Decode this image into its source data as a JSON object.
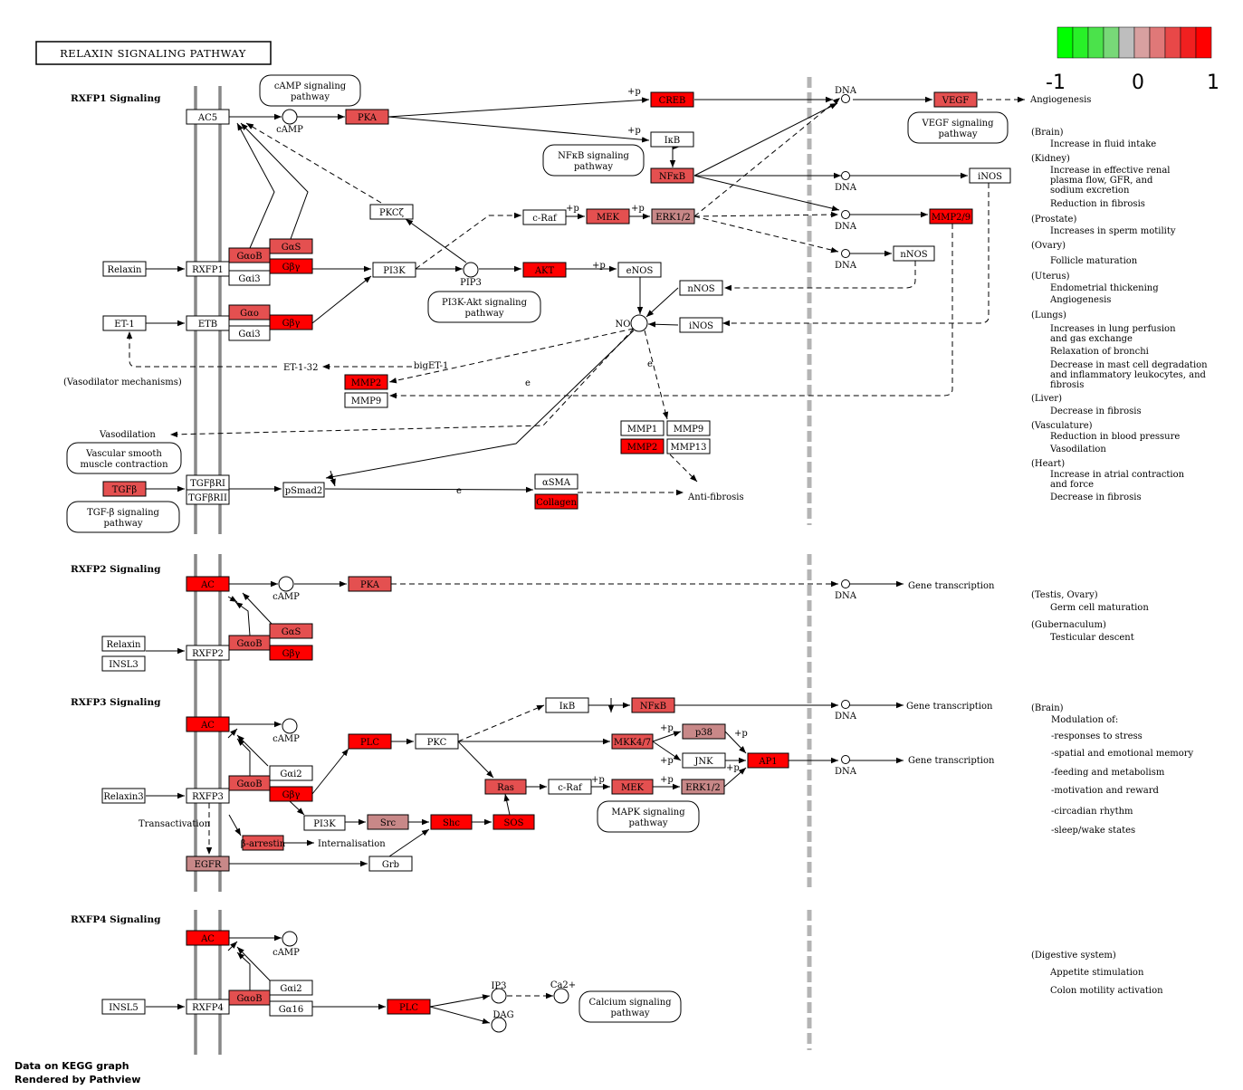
{
  "title": "RELAXIN SIGNALING PATHWAY",
  "footer": {
    "line1": "Data on KEGG graph",
    "line2": "Rendered by Pathview"
  },
  "legend": {
    "colors": [
      "#00ff00",
      "#28f028",
      "#4be24b",
      "#78d878",
      "#bebebe",
      "#d8a0a0",
      "#e07878",
      "#e84848",
      "#f02020",
      "#ff0000"
    ],
    "labels": [
      "-1",
      "0",
      "1"
    ]
  },
  "colors": {
    "high": "#ff0000",
    "mid": "#e45050",
    "low": "#d06060",
    "pale": "#c88888",
    "none": "#ffffff",
    "membrane": "#888888"
  },
  "sections": {
    "rxfp1": "RXFP1 Signaling",
    "rxfp2": "RXFP2 Signaling",
    "rxfp3": "RXFP3 Signaling",
    "rxfp4": "RXFP4 Signaling"
  },
  "nodes": {
    "ac5": "AC5",
    "camp1": "cAMP",
    "pka1": "PKA",
    "creb": "CREB",
    "vegf": "VEGF",
    "ikb1": "IκB",
    "nfkb1": "NFκB",
    "inos1": "iNOS",
    "relaxin1": "Relaxin",
    "rxfp1": "RXFP1",
    "gaob1": "GαoB",
    "gas1": "GαS",
    "gby1": "Gβγ",
    "gai3a": "Gαi3",
    "pi3k1": "PI3K",
    "pip3": "PIP3",
    "akt": "AKT",
    "enos": "eNOS",
    "pkcz": "PKCζ",
    "craf1": "c-Raf",
    "mek1": "MEK",
    "erk1": "ERK1/2",
    "mmp29": "MMP2/9",
    "nnos1": "nNOS",
    "nnos2": "nNOS",
    "inos2": "iNOS",
    "et1": "ET-1",
    "etb": "ETB",
    "gao2": "Gαo",
    "gby2": "Gβγ",
    "gai3b": "Gαi3",
    "no": "NO",
    "et132": "ET-1-32",
    "biget1": "bigET-1",
    "mmp2a": "MMP2",
    "mmp9a": "MMP9",
    "mmp1": "MMP1",
    "mmp9b": "MMP9",
    "mmp2b": "MMP2",
    "mmp13": "MMP13",
    "tgfb": "TGFβ",
    "tgfbr1": "TGFβRI",
    "tgfbr2": "TGFβRII",
    "psmad2": "pSmad2",
    "asma": "αSMA",
    "collagen": "Collagen",
    "ac2": "AC",
    "camp2": "cAMP",
    "pka2": "PKA",
    "gaob2": "GαoB",
    "gas2": "GαS",
    "gby3": "Gβγ",
    "relaxin2": "Relaxin",
    "insl3": "INSL3",
    "rxfp2": "RXFP2",
    "ac3": "AC",
    "camp3": "cAMP",
    "plc3": "PLC",
    "pkc3": "PKC",
    "ikb3": "IκB",
    "nfkb3": "NFκB",
    "mkk47": "MKK4/7",
    "p38": "p38",
    "jnk": "JNK",
    "ap1": "AP1",
    "gai2a": "Gαi2",
    "gaob3": "GαoB",
    "gby4": "Gβγ",
    "relaxin3": "Relaxin3",
    "rxfp3": "RXFP3",
    "ras": "Ras",
    "craf3": "c-Raf",
    "mek3": "MEK",
    "erk3": "ERK1/2",
    "pi3k3": "PI3K",
    "src": "Src",
    "shc": "Shc",
    "sos": "SOS",
    "barr": "β-arrestin",
    "egfr": "EGFR",
    "grb": "Grb",
    "ac4": "AC",
    "camp4": "cAMP",
    "gai2b": "Gαi2",
    "gaob4": "GαoB",
    "ga16": "Gα16",
    "insl5": "INSL5",
    "rxfp4": "RXFP4",
    "plc4": "PLC",
    "ip3": "IP3",
    "dag": "DAG",
    "ca": "Ca2+"
  },
  "pathways": {
    "camp": "cAMP signaling pathway",
    "vegf": "VEGF signaling pathway",
    "nfkb": "NFκB signaling pathway",
    "pi3k": "PI3K-Akt signaling pathway",
    "vsmc": "Vascular smooth muscle contraction",
    "tgfb": "TGF-β signaling pathway",
    "mapk": "MAPK signaling pathway",
    "calcium": "Calcium signaling pathway"
  },
  "labels": {
    "dna": "DNA",
    "angiogenesis": "Angiogenesis",
    "vasodilator": "(Vasodilator mechanisms)",
    "vasodilation": "Vasodilation",
    "antifibrosis": "Anti-fibrosis",
    "gene": "Gene transcription",
    "transactivation": "Transactivation",
    "internalisation": "Internalisation",
    "plusp": "+p",
    "e": "e"
  },
  "effects": {
    "rxfp1": [
      "(Brain)",
      "Increase in fluid intake",
      "(Kidney)",
      "Increase in effective renal",
      "plasma flow, GFR, and",
      "sodium excretion",
      "Reduction in fibrosis",
      "(Prostate)",
      "Increases in sperm motility",
      "(Ovary)",
      "Follicle maturation",
      "(Uterus)",
      "Endometrial thickening",
      "Angiogenesis",
      "(Lungs)",
      "Increases in lung perfusion",
      "and gas exchange",
      "Relaxation of bronchi",
      "Decrease in mast cell degradation",
      "and inflammatory leukocytes, and",
      "fibrosis",
      "(Liver)",
      "Decrease in fibrosis",
      "(Vasculature)",
      "Reduction in blood pressure",
      "Vasodilation",
      "(Heart)",
      "Increase in atrial contraction",
      "and force",
      "Decrease in fibrosis"
    ],
    "rxfp2": [
      "(Testis, Ovary)",
      "Germ cell maturation",
      "(Gubernaculum)",
      "Testicular descent"
    ],
    "rxfp3": [
      "(Brain)",
      "Modulation of:",
      "-responses to stress",
      "-spatial and emotional memory",
      "-feeding and metabolism",
      "-motivation and reward",
      "-circadian rhythm",
      "-sleep/wake states"
    ],
    "rxfp4": [
      "(Digestive system)",
      "Appetite stimulation",
      "Colon motility activation"
    ]
  }
}
